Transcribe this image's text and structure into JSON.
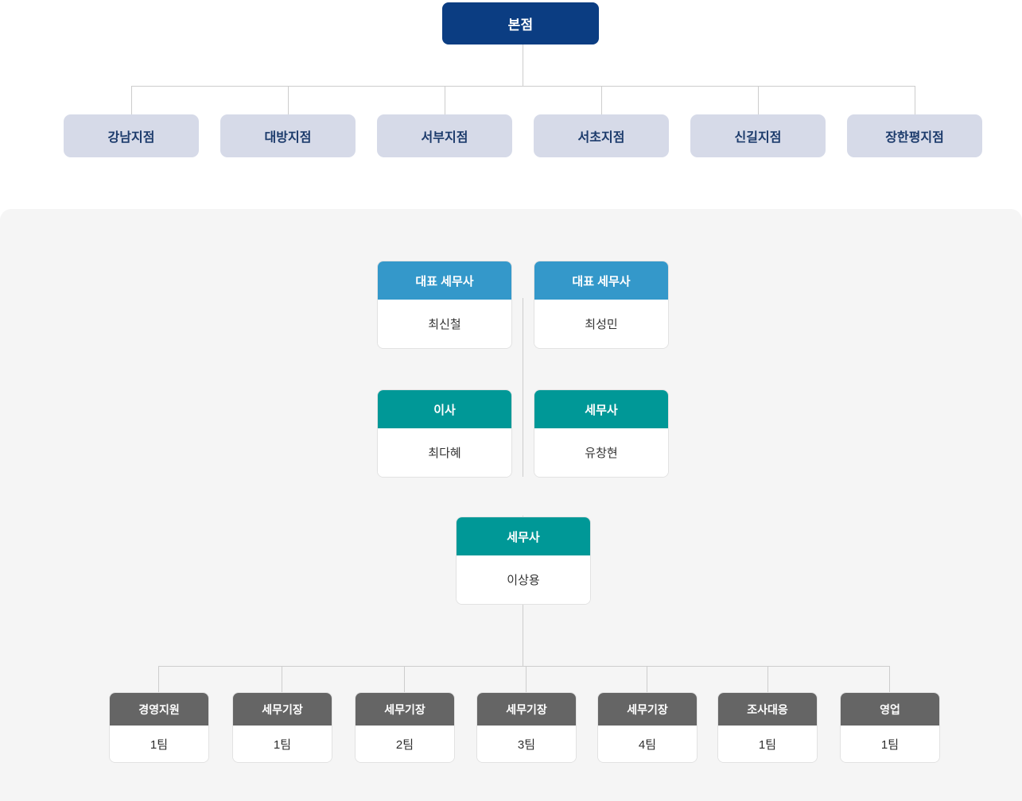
{
  "org": {
    "root": {
      "label": "본점",
      "color": "#0b3d82"
    },
    "branches": [
      {
        "label": "강남지점"
      },
      {
        "label": "대방지점"
      },
      {
        "label": "서부지점"
      },
      {
        "label": "서초지점"
      },
      {
        "label": "신길지점"
      },
      {
        "label": "장한평지점"
      }
    ],
    "branch_style": {
      "background": "#d6dae8",
      "text_color": "#1b3a6b"
    },
    "panel": {
      "background": "#f5f5f5"
    },
    "executives": [
      {
        "title": "대표 세무사",
        "name": "최신철",
        "accent": "#3498ca"
      },
      {
        "title": "대표 세무사",
        "name": "최성민",
        "accent": "#3498ca"
      }
    ],
    "directors": [
      {
        "title": "이사",
        "name": "최다혜",
        "accent": "#009897"
      },
      {
        "title": "세무사",
        "name": "유창현",
        "accent": "#009897"
      }
    ],
    "manager": {
      "title": "세무사",
      "name": "이상용",
      "accent": "#009897"
    },
    "teams": [
      {
        "title": "경영지원",
        "name": "1팀"
      },
      {
        "title": "세무기장",
        "name": "1팀"
      },
      {
        "title": "세무기장",
        "name": "2팀"
      },
      {
        "title": "세무기장",
        "name": "3팀"
      },
      {
        "title": "세무기장",
        "name": "4팀"
      },
      {
        "title": "조사대응",
        "name": "1팀"
      },
      {
        "title": "영업",
        "name": "1팀"
      }
    ],
    "team_style": {
      "background": "#656565",
      "text_color": "#ffffff"
    },
    "connector_color": "#cdcdcd"
  }
}
